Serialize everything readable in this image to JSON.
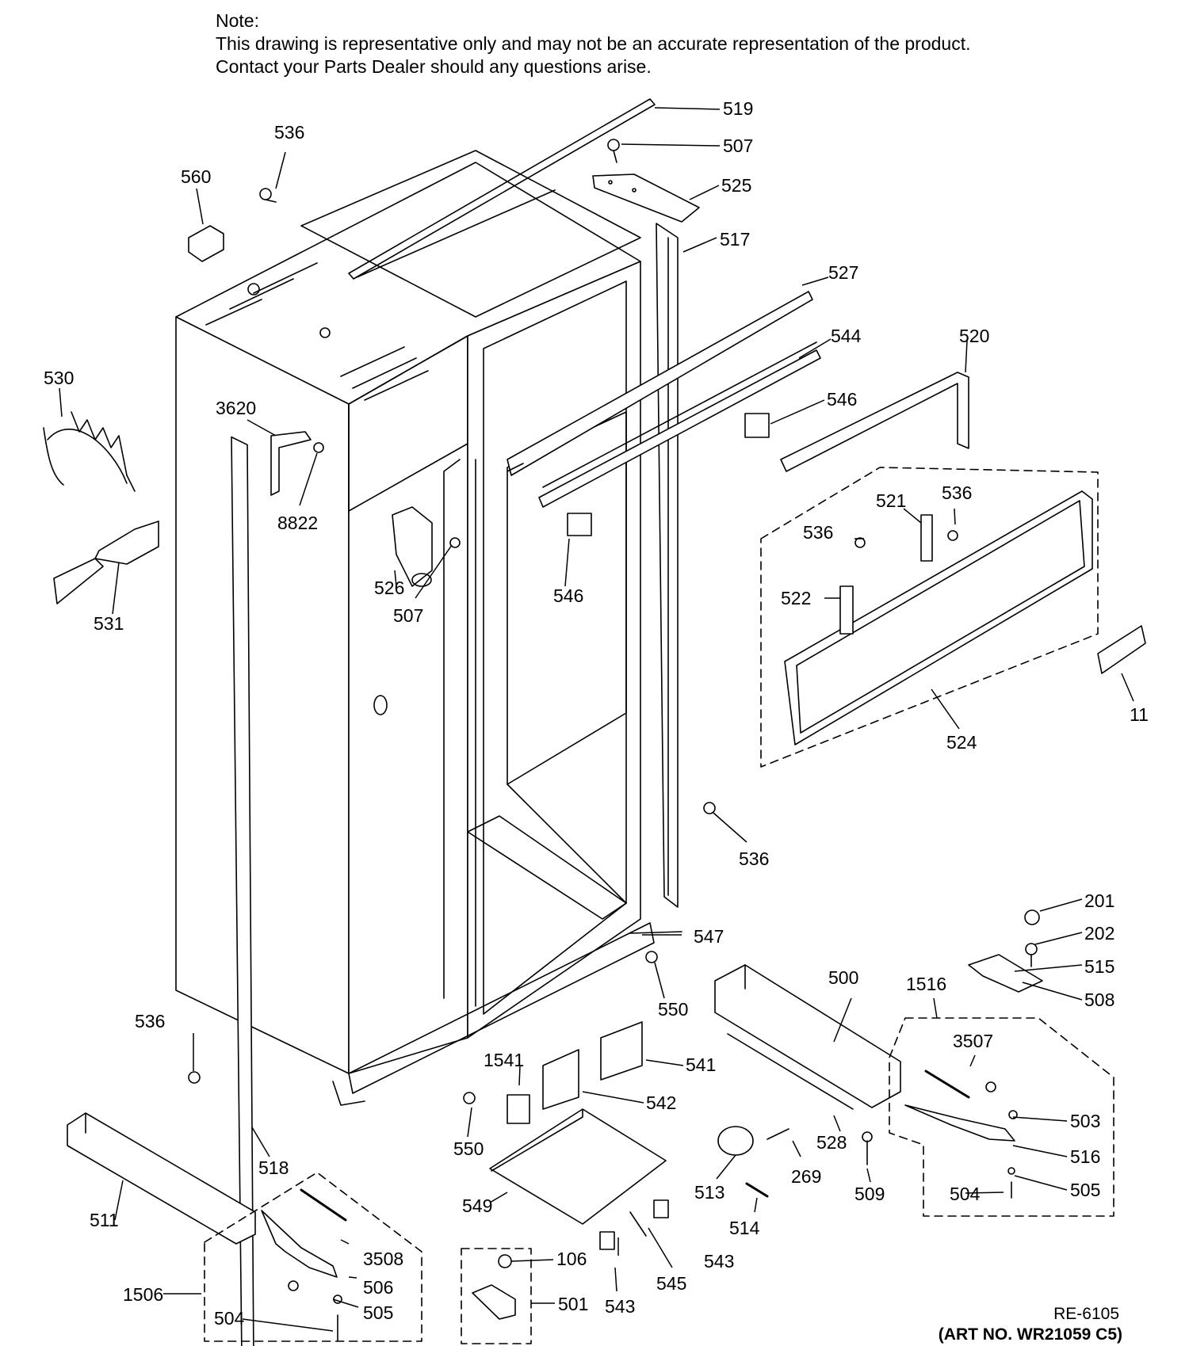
{
  "note": {
    "heading": "Note:",
    "line1": "This drawing is representative only and may not be an accurate representation of the product.",
    "line2": "Contact your Parts Dealer should any questions arise."
  },
  "diagram_ref": "RE-6105",
  "art_no": "(ART NO. WR21059 C5)",
  "parts": [
    "519",
    "507",
    "536",
    "560",
    "525",
    "517",
    "527",
    "544",
    "520",
    "546",
    "530",
    "3620",
    "8822",
    "536",
    "521",
    "536",
    "522",
    "526",
    "507",
    "546",
    "531",
    "11",
    "524",
    "536",
    "547",
    "201",
    "202",
    "515",
    "508",
    "550",
    "500",
    "1516",
    "536",
    "3507",
    "1541",
    "541",
    "542",
    "503",
    "550",
    "528",
    "516",
    "269",
    "505",
    "518",
    "509",
    "513",
    "504",
    "511",
    "549",
    "514",
    "3508",
    "543",
    "106",
    "506",
    "545",
    "1506",
    "505",
    "501",
    "543",
    "504"
  ]
}
